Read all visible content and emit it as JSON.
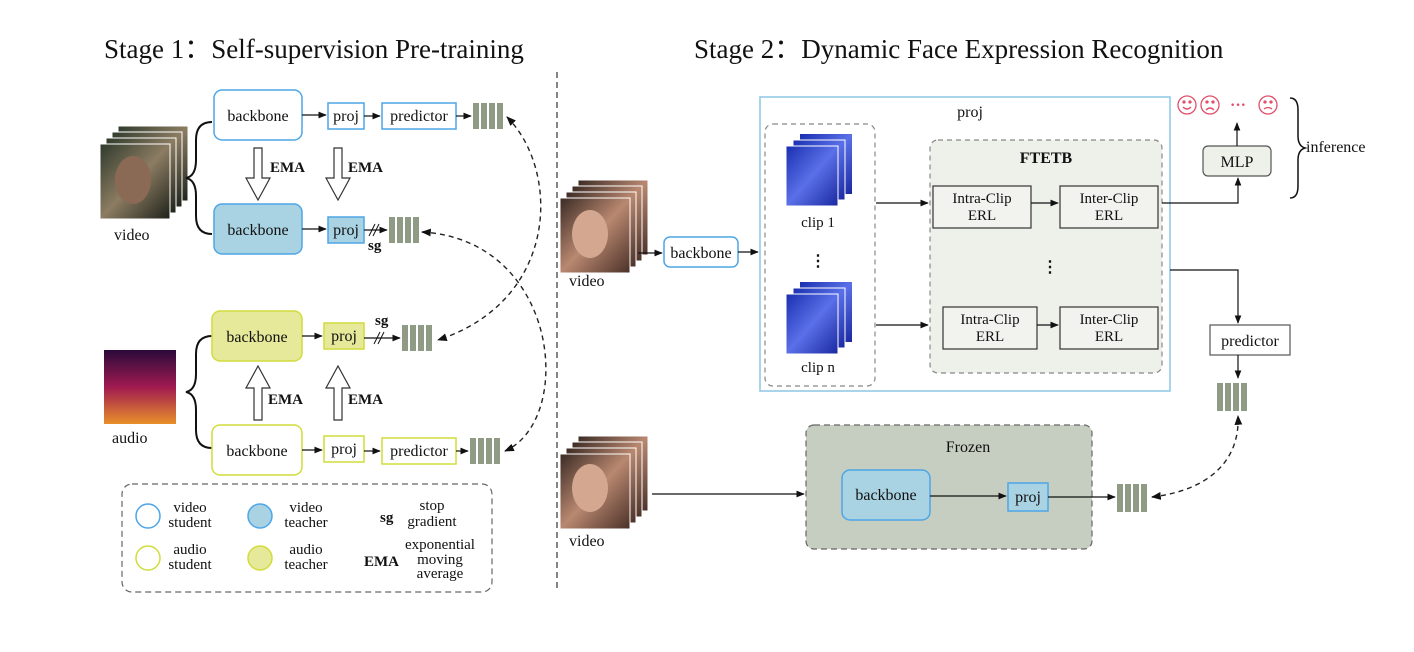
{
  "stage1": {
    "title": "Stage 1：Self-supervision Pre-training",
    "video_label": "video",
    "audio_label": "audio",
    "backbone": "backbone",
    "proj": "proj",
    "predictor": "predictor",
    "ema": "EMA",
    "sg": "sg"
  },
  "legend": {
    "video_student": [
      "video",
      "student"
    ],
    "video_teacher": [
      "video",
      "teacher"
    ],
    "audio_student": [
      "audio",
      "student"
    ],
    "audio_teacher": [
      "audio",
      "teacher"
    ],
    "sg_key": "sg",
    "sg_desc": [
      "stop",
      "gradient"
    ],
    "ema_key": "EMA",
    "ema_desc": [
      "exponential",
      "moving",
      "average"
    ]
  },
  "stage2": {
    "title": "Stage 2：Dynamic Face Expression Recognition",
    "video_label": "video",
    "backbone": "backbone",
    "proj_title": "proj",
    "clip1": "clip 1",
    "clipn": "clip n",
    "vdots": "⋮",
    "ftetb": "FTETB",
    "intra": [
      "Intra-Clip",
      "ERL"
    ],
    "inter": [
      "Inter-Clip",
      "ERL"
    ],
    "mlp": "MLP",
    "inference": "inference",
    "ellipsis": "···",
    "predictor": "predictor",
    "frozen": "Frozen",
    "frozen_backbone": "backbone",
    "frozen_proj": "proj"
  },
  "colors": {
    "video_student": "#4da6e6",
    "video_teacher": "#a9d3e3",
    "audio_student": "#d2dc3c",
    "audio_teacher": "#e6e89a",
    "embed": "#8f9b85",
    "ftetb_bg": "#eef0ea",
    "frozen_bg": "#c6cec1",
    "emoji": "#e0506a"
  }
}
